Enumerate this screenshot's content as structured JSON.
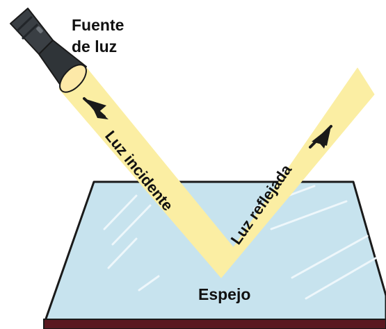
{
  "labels": {
    "light_source": [
      "Fuente",
      "de luz"
    ],
    "incident": "Luz incidente",
    "reflected": "Luz reflejada",
    "mirror": "Espejo"
  },
  "colors": {
    "beam": "#fbeea3",
    "mirror_glass": "#c7e3ee",
    "mirror_frame": "#5a1820",
    "outline": "#1a1a1a",
    "flashlight_body": "#3a3f44",
    "flashlight_lens": "#fde9a8",
    "arrow": "#1a1a1a"
  },
  "icons": {
    "light_source": "flashlight-icon",
    "incident_arrow": "arrow-icon",
    "reflected_arrow": "arrow-icon"
  }
}
